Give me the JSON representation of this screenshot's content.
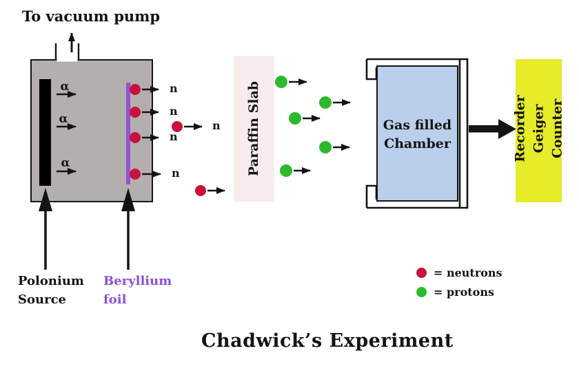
{
  "title": "Chadwick’s Experiment",
  "diagram": {
    "vacuum_pump_label": "To vacuum pump",
    "alpha_symbol": "α",
    "neutron_symbol": "n",
    "source_label_line1": "Polonium",
    "source_label_line2": "Source",
    "foil_label_line1": "Beryllium",
    "foil_label_line2": "foil",
    "paraffin_label": "Paraffin Slab",
    "chamber_label_line1": "Gas filled",
    "chamber_label_line2": "Chamber",
    "geiger_label_line1": "Recorder",
    "geiger_label_line2": "Geiger Counter"
  },
  "legend": {
    "neutron_text": "= neutrons",
    "proton_text": "= protons"
  },
  "colors": {
    "chamber_gray": "#b4afaf",
    "foil_purple": "#9355d2",
    "neutron_red": "#c8123c",
    "proton_green": "#2db92d",
    "paraffin_pink": "#f8edec",
    "gas_blue": "#b9cfeb",
    "geiger_yellow": "#e6ec28",
    "foil_text_purple": "#8b50d8",
    "ink_black": "#141414"
  }
}
